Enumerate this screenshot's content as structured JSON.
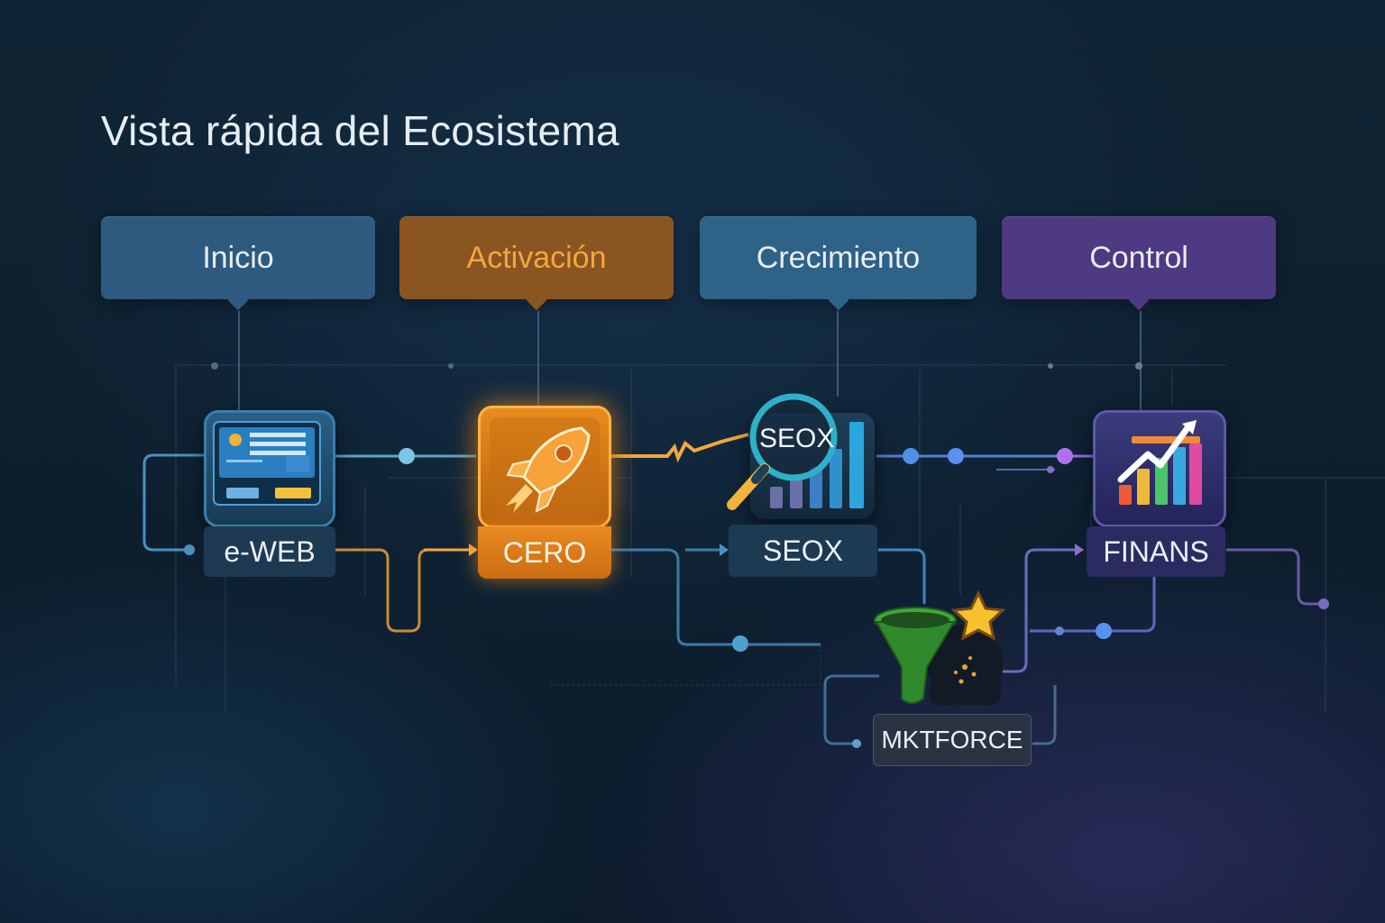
{
  "title": "Vista rápida del Ecosistema",
  "stages": [
    {
      "label": "Inicio",
      "color": "#2f5a80"
    },
    {
      "label": "Activación",
      "color": "#8a5520"
    },
    {
      "label": "Crecimiento",
      "color": "#2e6287"
    },
    {
      "label": "Control",
      "color": "#4e3a82"
    }
  ],
  "nodes": {
    "eweb": {
      "label": "e-WEB",
      "icon": "web-page-icon"
    },
    "cero": {
      "label": "CERO",
      "icon": "rocket-icon"
    },
    "seox": {
      "label": "SEOX",
      "icon_text": "SEOX",
      "icon": "magnifier-bar-chart-icon"
    },
    "finans": {
      "label": "FINANS",
      "icon": "growth-chart-icon"
    },
    "mktforce": {
      "label": "MKTFORCE",
      "icon": "funnel-star-icon"
    }
  },
  "colors": {
    "accent_orange": "#f4a640",
    "line_blue": "#4a90c0",
    "line_purple": "#8a6cd0"
  }
}
